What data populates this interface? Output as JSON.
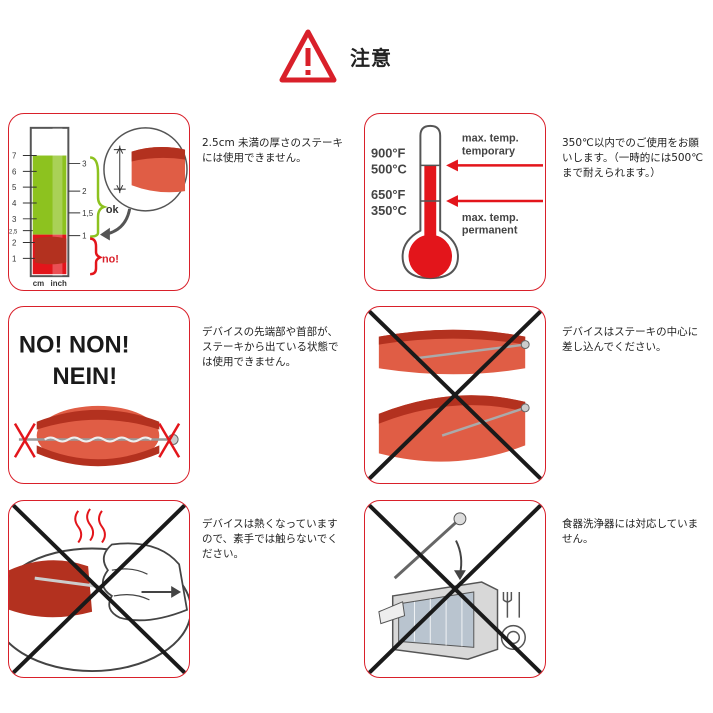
{
  "header": {
    "title": "注意",
    "icon": "warning-triangle-icon"
  },
  "colors": {
    "accent_red": "#d9202a",
    "meat_dark": "#b3311f",
    "meat_light": "#e05d45",
    "green": "#8dc21f",
    "thermo_red": "#e3151b"
  },
  "notes": [
    "2.5cm 未満の厚さのステーキには使用できません。",
    "350℃以内でのご使用をお願いします。（一時的には500℃まで耐えられます。）",
    "デバイスの先端部や首部が、ステーキから出ている状態では使用できません。",
    "デバイスはステーキの中心に差し込んでください。",
    "デバイスは熱くなっていますので、素手では触らないでください。",
    "食器洗浄器には対応していません。"
  ],
  "panel1": {
    "cm_ticks": [
      "7",
      "6",
      "5",
      "4",
      "3",
      "2,5",
      "2",
      "1"
    ],
    "inch_ticks": [
      "3",
      "2",
      "1,5",
      "1"
    ],
    "ok_label": "ok",
    "no_label": "no!",
    "unit_cm": "cm",
    "unit_inch": "inch"
  },
  "panel2": {
    "temp1_f": "900°F",
    "temp1_c": "500°C",
    "temp2_f": "650°F",
    "temp2_c": "350°C",
    "max_temp_1": "max. temp.",
    "temporary": "temporary",
    "max_temp_2": "max. temp.",
    "permanent": "permanent"
  },
  "panel3": {
    "line1": "NO!  NON!",
    "line2": "NEIN!"
  }
}
